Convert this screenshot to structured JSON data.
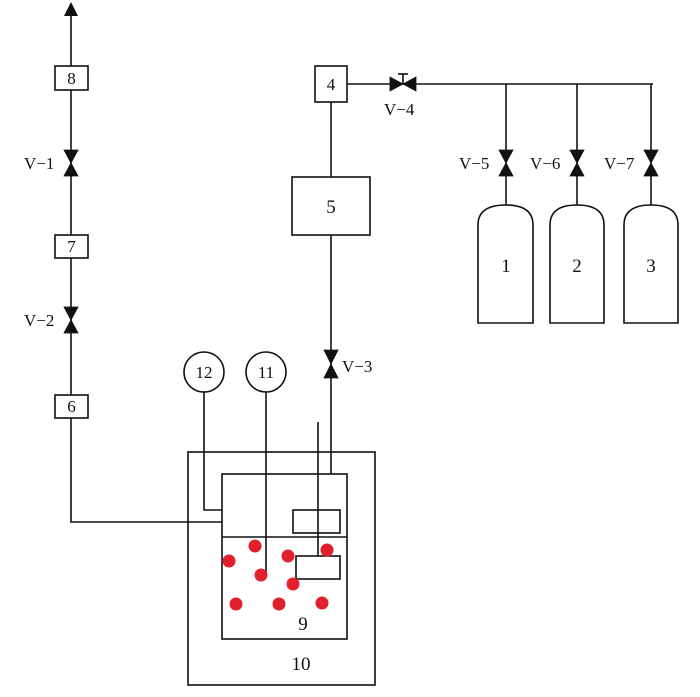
{
  "components": {
    "c1": "1",
    "c2": "2",
    "c3": "3",
    "c4": "4",
    "c5": "5",
    "c6": "6",
    "c7": "7",
    "c8": "8",
    "c9": "9",
    "c10": "10",
    "c11": "11",
    "c12": "12"
  },
  "valves": {
    "v1": "V−1",
    "v2": "V−2",
    "v3": "V−3",
    "v4": "V−4",
    "v5": "V−5",
    "v6": "V−6",
    "v7": "V−7"
  },
  "colors": {
    "line": "#111111",
    "bubbles": "#e0202d"
  }
}
